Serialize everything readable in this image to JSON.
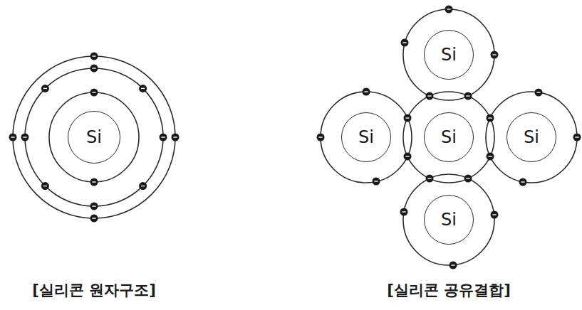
{
  "diagram": {
    "nodes": [
      {
        "text": [
          "Si"
        ]
      },
      {
        "text": [
          "Si"
        ]
      },
      {
        "text": [
          "Si"
        ]
      },
      {
        "text": [
          "Si"
        ]
      },
      {
        "text": [
          "Si"
        ]
      },
      {
        "text": [
          "Si"
        ]
      }
    ],
    "labels": [
      "[실리콘 원자구조]",
      "[실리콘 공유결합]"
    ]
  }
}
